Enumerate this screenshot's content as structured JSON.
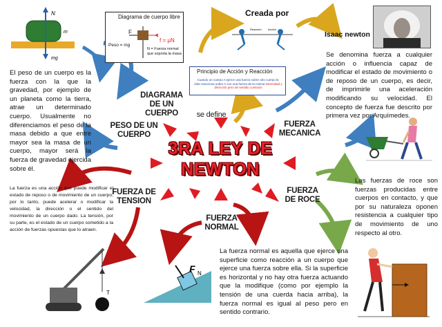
{
  "title": "3RA LEY DE NEWTON",
  "branches": {
    "diagrama": "DIAGRAMA DE UN CUERPO",
    "peso": "PESO DE UN CUERPO",
    "mecanica": "FUERZA MECANICA",
    "tension": "FUERZA DE TENSION",
    "normal": "FUERZA NORMAL",
    "roce": "FUERZA DE ROCE",
    "se_define": "se define",
    "creada_por": "Creada por",
    "isaac": "Isaac newton"
  },
  "texts": {
    "peso": "El peso de un cuerpo es la fuerza con la que la gravedad, por ejemplo de un planeta como la tierra, atrae un determinado cuerpo. Usualmente no diferenciamos el peso de la masa debido a que entre mayor sea la masa de un cuerpo, mayor será la fuerza de gravedad ejercida sobre él.",
    "mecanica": "Se denomina fuerza a cualquier acción o influencia capaz de modificar el estado de movimiento o de reposo de un cuerpo, es decir, de imprimirle una aceleración modificando su velocidad. El concepto de fuerza fue descrito por primera vez por Arquímedes.",
    "tension": "La fuerza es una acción que puede modificar el estado de reposo o de movimiento de un cuerpo; por lo tanto, puede acelerar o modificar la velocidad, la dirección o el sentido del movimiento de un cuerpo dado. La tensión, por su parte, es el estado de un cuerpo sometido a la acción de fuerzas opuestas que lo atraen.",
    "roce": "Las fuerzas de roce son fuerzas producidas entre cuerpos en contacto, y que por su naturaleza oponen resistencia a cualquier tipo de movimiento de uno respecto al otro.",
    "normal": "La fuerza normal es aquella que ejerce una superficie como reacción a un cuerpo que ejerce una fuerza sobre ella. Si la superficie es horizontal y no hay otra fuerza actuando que la modifique (como por ejemplo la tensión de una cuerda hacia arriba), la fuerza normal es igual al peso pero en sentido contrario."
  },
  "diagram_box": {
    "title": "Diagrama de cuerpo libre",
    "f": "F",
    "peso": "Peso = mg",
    "fr": "f = μN",
    "n": "N = Fuerza normal que soporta la masa"
  },
  "principio_box": {
    "title": "Principio de Acción y Reacción",
    "body_a": "Cuando un cuerpo A ejerce una fuerza sobre otro cuerpo B, éste reacciona sobre A con una fuerza de la misma",
    "body_b": "intensidad y dirección pero de sentido contrario"
  },
  "figures": {
    "n": "N",
    "m": "m",
    "mg": "mg",
    "fn": "F",
    "fn_sub": "N",
    "t": "T",
    "reaccion": "Reacción",
    "accion": "Acción"
  },
  "colors": {
    "title_red": "#e8212b",
    "arrow_red": "#e01b24",
    "dark_red": "#b81414",
    "blue": "#3f7fbf",
    "yellow": "#d9a61e",
    "green": "#78a84a"
  }
}
